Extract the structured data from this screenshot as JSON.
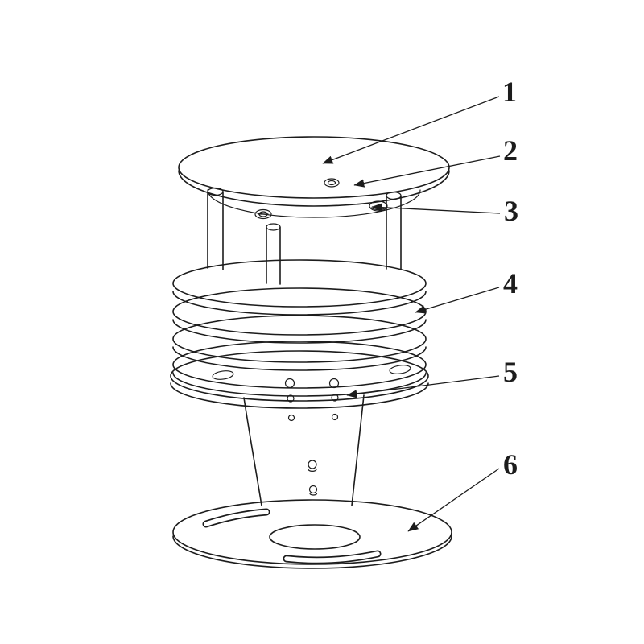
{
  "figure": {
    "background": "#ffffff",
    "ink": "#1c1c1c"
  },
  "callouts": [
    {
      "number": "1"
    },
    {
      "number": "2"
    },
    {
      "number": "3"
    },
    {
      "number": "4"
    },
    {
      "number": "5"
    },
    {
      "number": "6"
    }
  ]
}
